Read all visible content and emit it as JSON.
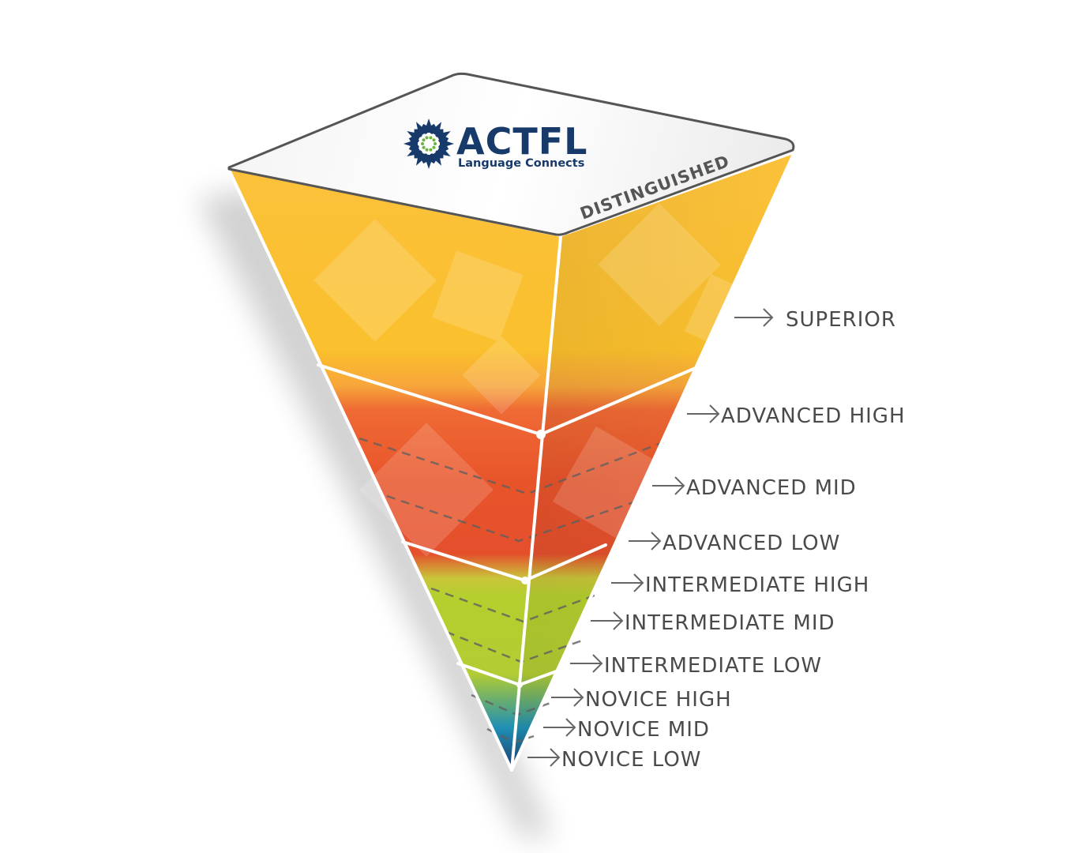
{
  "logo": {
    "title": "ACTFL",
    "tagline": "Language Connects"
  },
  "top_label": "DISTINGUISHED",
  "levels": [
    "SUPERIOR",
    "ADVANCED HIGH",
    "ADVANCED MID",
    "ADVANCED LOW",
    "INTERMEDIATE HIGH",
    "INTERMEDIATE MID",
    "INTERMEDIATE LOW",
    "NOVICE HIGH",
    "NOVICE MID",
    "NOVICE LOW"
  ],
  "colors": {
    "superior": "#fbc02d",
    "advanced": "#e8542a",
    "intermediate": "#b5cf2e",
    "novice": "#1f8fb5",
    "novice_tip": "#1d3c6e",
    "label_text": "#4a4a4a",
    "arrow": "#666666",
    "logo_navy": "#173a6b",
    "logo_green": "#6db33f"
  }
}
